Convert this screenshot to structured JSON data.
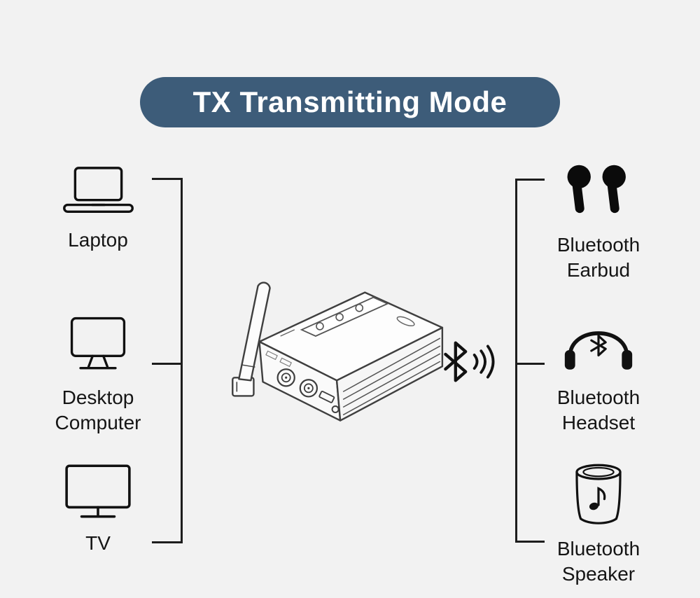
{
  "header": {
    "title": "TX Transmitting Mode"
  },
  "colors": {
    "background": "#f2f2f2",
    "banner": "#3d5c79",
    "banner_text": "#ffffff",
    "text": "#151515",
    "line": "#1d1d1d",
    "icon": "#111111"
  },
  "left_devices": {
    "items": [
      {
        "label": "Laptop",
        "icon": "laptop-icon"
      },
      {
        "label": "Desktop Computer",
        "icon": "desktop-computer-icon"
      },
      {
        "label": "TV",
        "icon": "tv-icon"
      }
    ]
  },
  "center": {
    "device": "bluetooth-transmitter-illustration",
    "signal": "bluetooth-signal-icon"
  },
  "right_devices": {
    "items": [
      {
        "label": "Bluetooth Earbud",
        "icon": "bluetooth-earbud-icon"
      },
      {
        "label": "Bluetooth Headset",
        "icon": "bluetooth-headset-icon"
      },
      {
        "label": "Bluetooth Speaker",
        "icon": "bluetooth-speaker-icon"
      }
    ]
  }
}
